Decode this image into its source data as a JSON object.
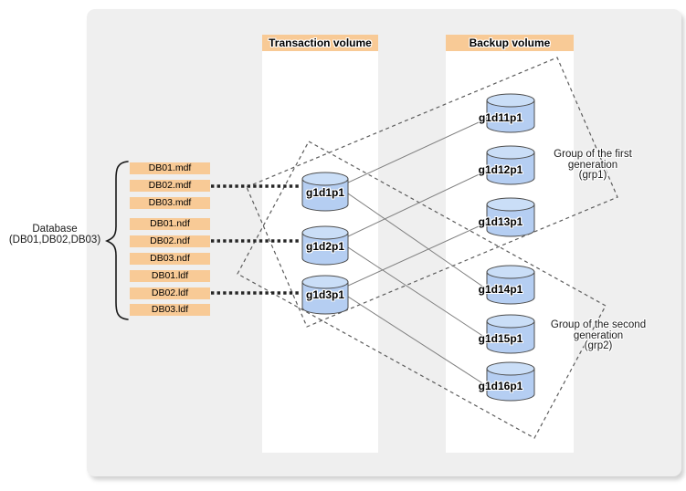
{
  "headers": {
    "transaction": "Transaction volume",
    "backup": "Backup volume"
  },
  "database": {
    "title": "Database",
    "subtitle": "(DB01,DB02,DB03)"
  },
  "file_groups": [
    {
      "files": [
        "DB01.mdf",
        "DB02.mdf",
        "DB03.mdf"
      ]
    },
    {
      "files": [
        "DB01.ndf",
        "DB02.ndf",
        "DB03.ndf"
      ]
    },
    {
      "files": [
        "DB01.ldf",
        "DB02.ldf",
        "DB03.ldf"
      ]
    }
  ],
  "transaction_volumes": [
    "g1d1p1",
    "g1d2p1",
    "g1d3p1"
  ],
  "backup_volumes": [
    "g1d11p1",
    "g1d12p1",
    "g1d13p1",
    "g1d14p1",
    "g1d15p1",
    "g1d16p1"
  ],
  "groups": [
    {
      "label": "Group of the first generation",
      "id": "(grp1)"
    },
    {
      "label": "Group of the second generation",
      "id": "(grp2)"
    }
  ],
  "colors": {
    "accent_orange": "#f8ca96",
    "cylinder_body": "#b5cef2",
    "cylinder_top": "#cadef7",
    "panel_gray": "#efefef"
  }
}
